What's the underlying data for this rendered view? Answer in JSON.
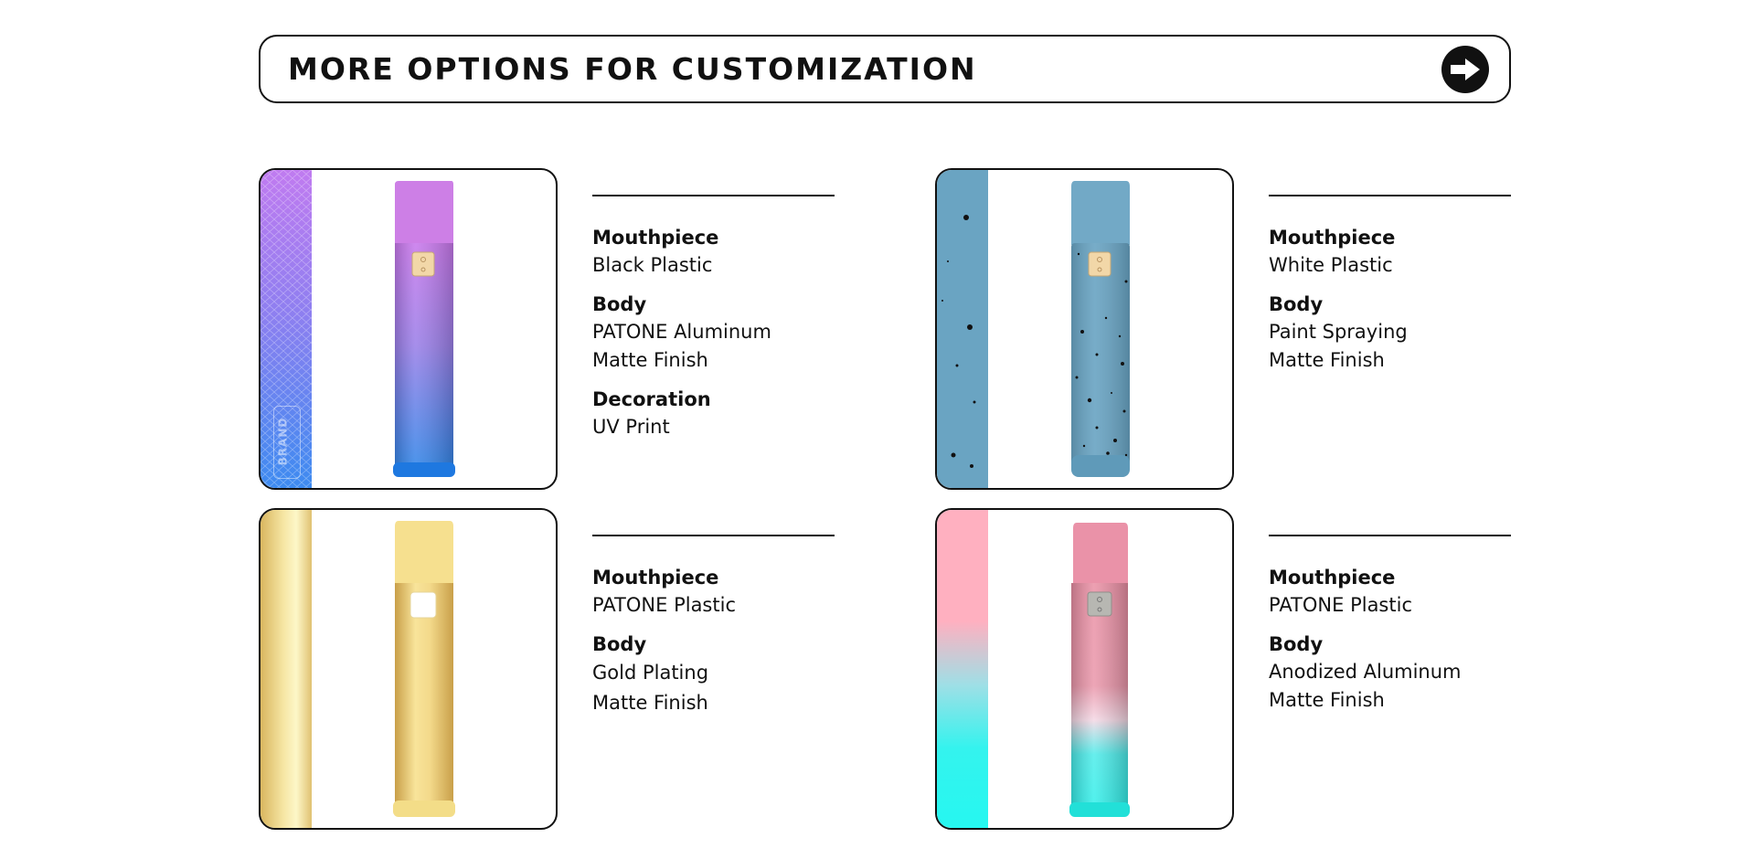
{
  "banner": {
    "title": "MORE OPTIONS FOR CUSTOMIZATION",
    "arrow_icon": "arrow-right-circle-icon"
  },
  "products": [
    {
      "colors": {
        "swatch_top": "#c07bf0",
        "swatch_bottom": "#3d8bf0",
        "mouthpiece": "#cd7fe6",
        "body_top": "#c878ec",
        "body_bottom": "#2f86e8"
      },
      "watermark": "BRAND",
      "specs": [
        {
          "label": "Mouthpiece",
          "lines": [
            "Black Plastic"
          ]
        },
        {
          "label": "Body",
          "lines": [
            "PATONE Aluminum",
            "Matte Finish"
          ]
        },
        {
          "label": "Decoration",
          "lines": [
            "UV Print"
          ]
        }
      ]
    },
    {
      "colors": {
        "swatch": "#6aa4c2",
        "mouthpiece": "#72a9c6",
        "body": "#68a3c2"
      },
      "specs": [
        {
          "label": "Mouthpiece",
          "lines": [
            "White Plastic"
          ]
        },
        {
          "label": "Body",
          "lines": [
            "Paint Spraying",
            "Matte Finish"
          ]
        }
      ]
    },
    {
      "colors": {
        "swatch_light": "#fdf7c8",
        "swatch_dark": "#d9b65f",
        "mouthpiece": "#f6e08f",
        "body": "#e5c36a"
      },
      "specs": [
        {
          "label": "Mouthpiece",
          "lines": [
            "PATONE Plastic"
          ]
        },
        {
          "label": "Body",
          "lines": [
            "Gold Plating",
            "Matte Finish"
          ]
        }
      ]
    },
    {
      "colors": {
        "swatch_top": "#ffb0c0",
        "swatch_bottom": "#26f7f0",
        "mouthpiece": "#ea92a8",
        "body_top": "#ea8fa4",
        "body_bottom": "#2ef0ea"
      },
      "specs": [
        {
          "label": "Mouthpiece",
          "lines": [
            "PATONE Plastic"
          ]
        },
        {
          "label": "Body",
          "lines": [
            "Anodized Aluminum",
            "Matte Finish"
          ]
        }
      ]
    }
  ]
}
